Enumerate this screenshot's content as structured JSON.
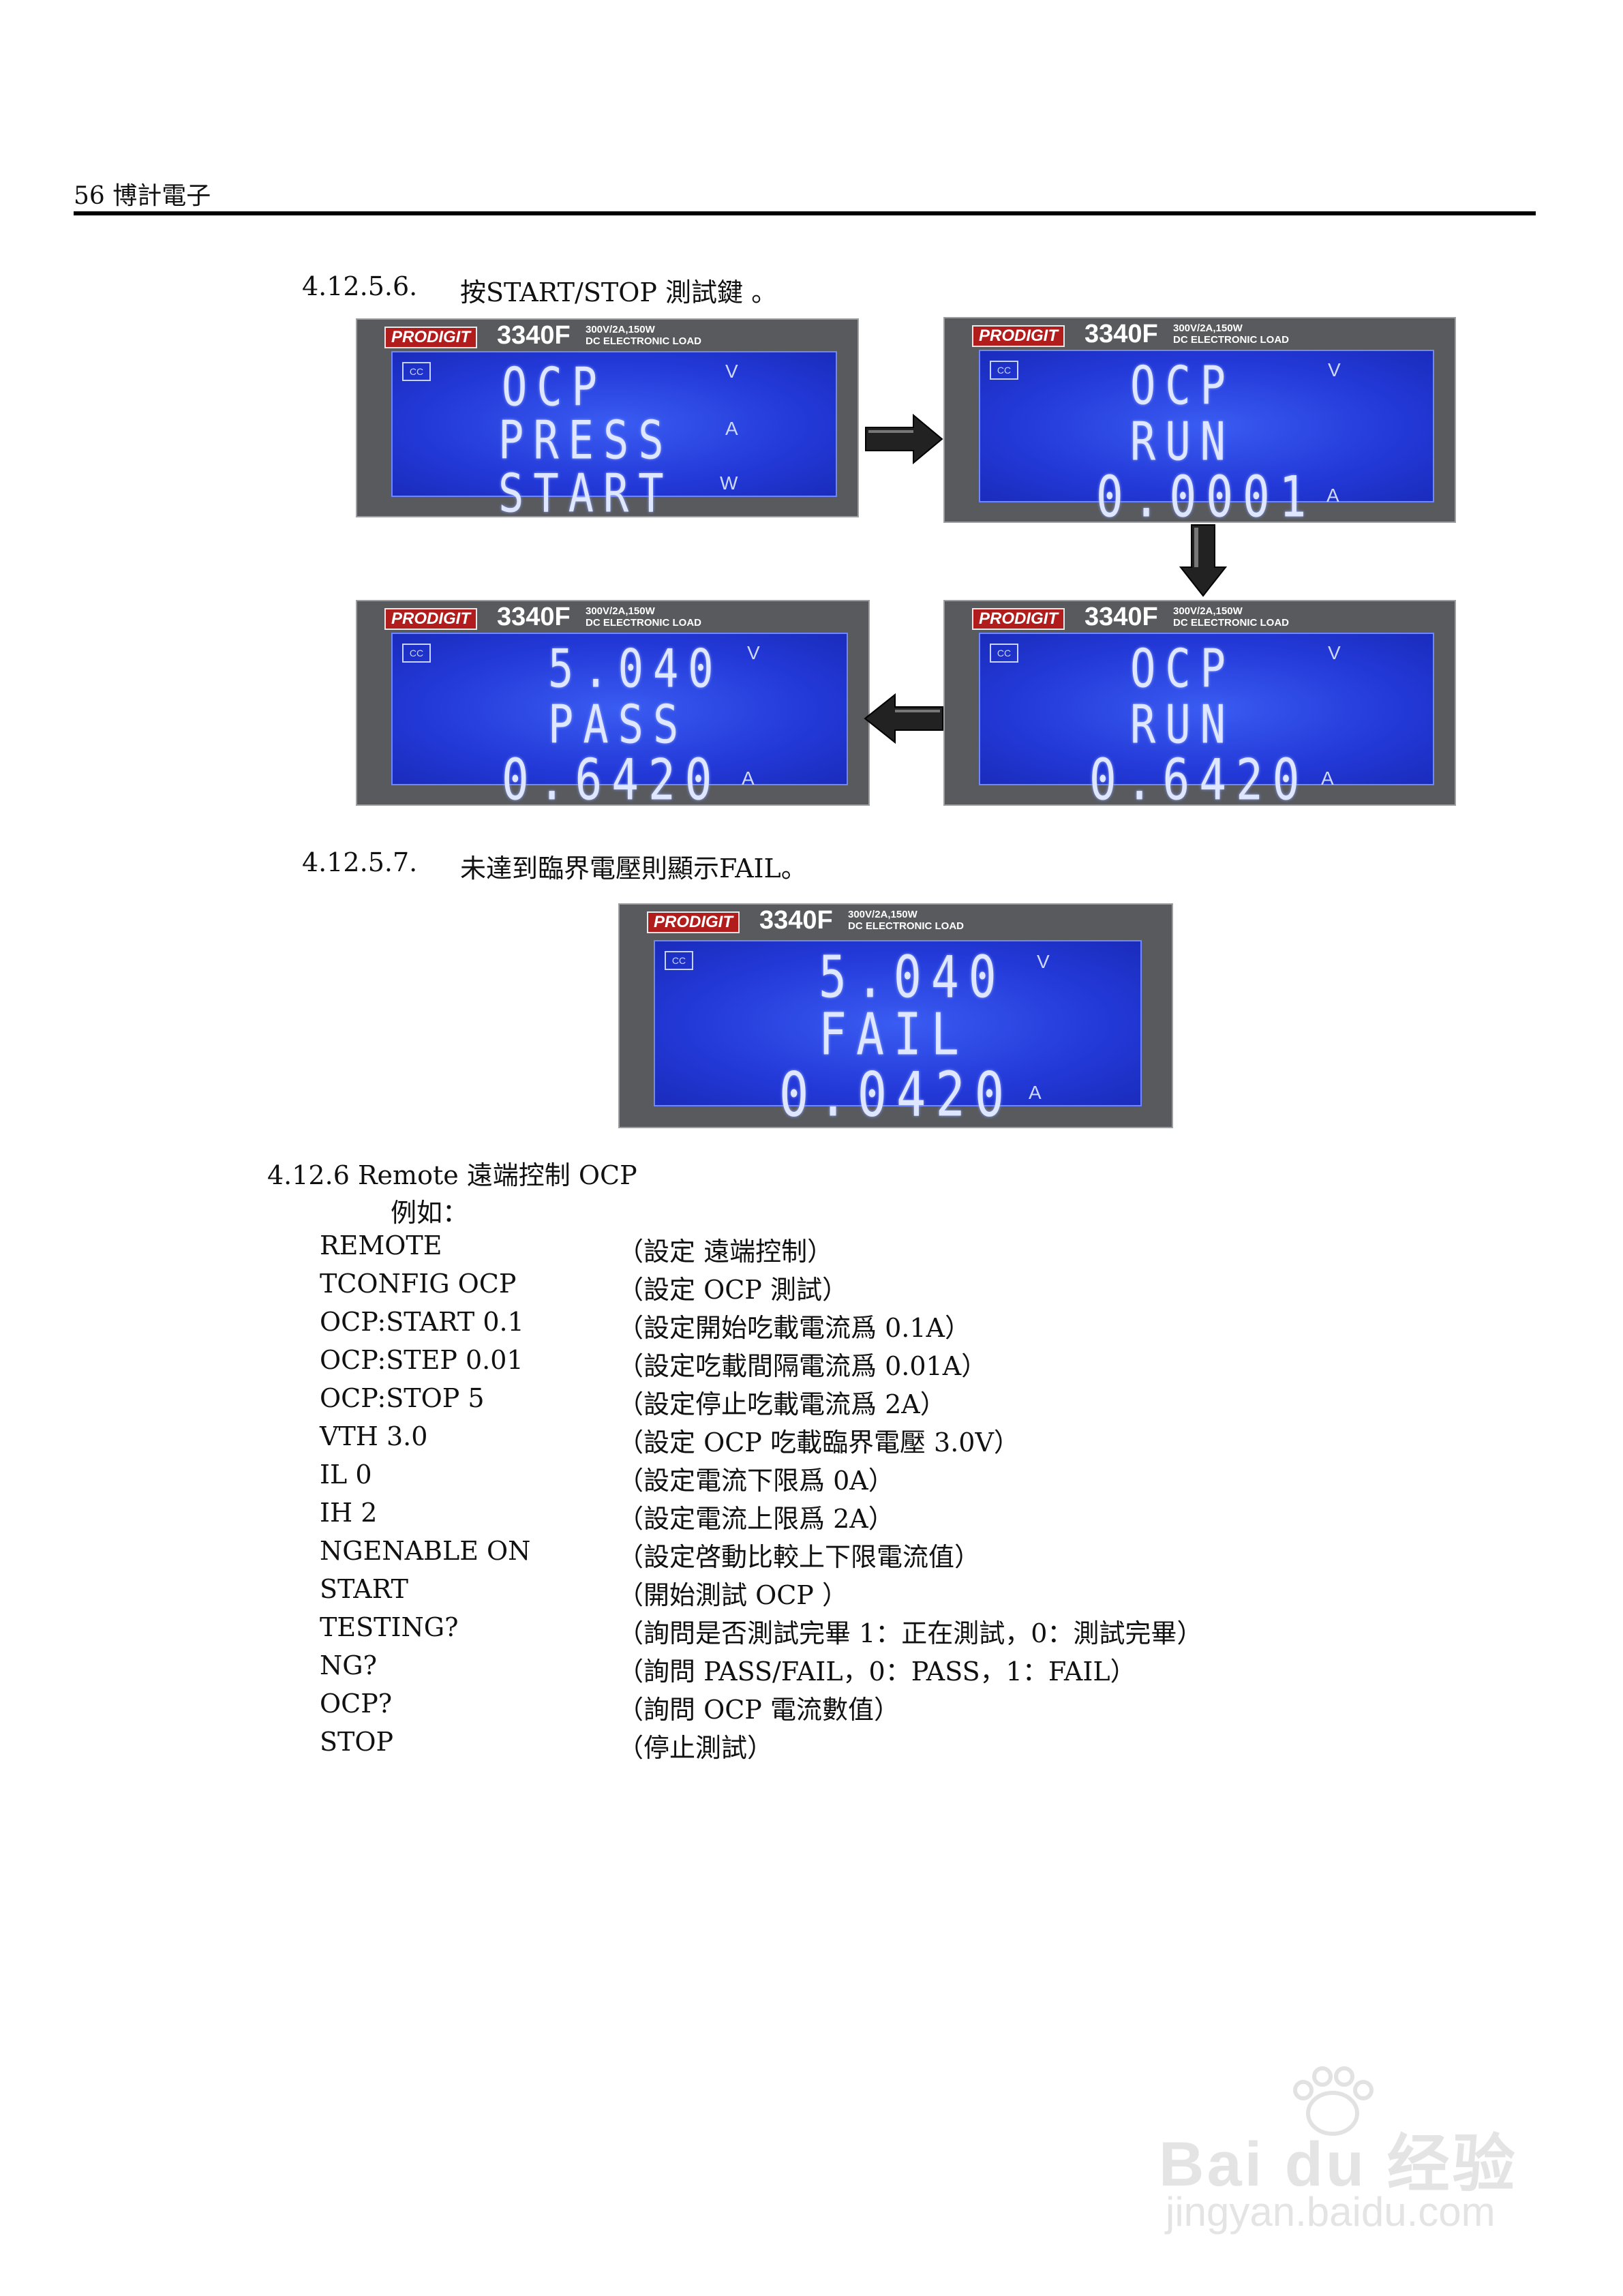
{
  "header": {
    "text": "56 博計電子"
  },
  "section_a": {
    "label": "4.12.5.6.",
    "text": "按START/STOP 測試鍵 。"
  },
  "section_b": {
    "label": "4.12.5.7.",
    "text": "未達到臨界電壓則顯示FAIL。"
  },
  "device": {
    "brand": "PRODIGIT",
    "model": "3340F",
    "spec1": "300V/2A,150W",
    "spec2": "DC ELECTRONIC LOAD",
    "mode": "CC"
  },
  "panels": [
    {
      "l1": "OCP",
      "l2": "PRESS",
      "l3": "START",
      "u1": "V",
      "u2": "A",
      "u3": "W"
    },
    {
      "l1": "OCP",
      "l2": "RUN",
      "l3": "0.0001",
      "u1": "V",
      "u3": "A"
    },
    {
      "l1": "OCP",
      "l2": "RUN",
      "l3": "0.6420",
      "u1": "V",
      "u3": "A"
    },
    {
      "l1": "5.040",
      "l2": "PASS",
      "l3": "0.6420",
      "u1": "V",
      "u3": "A"
    },
    {
      "l1": "5.040",
      "l2": "FAIL",
      "l3": "0.0420",
      "u1": "V",
      "u3": "A"
    }
  ],
  "remote": {
    "heading": "4.12.6 Remote 遠端控制 OCP",
    "example_label": "例如：",
    "rows": [
      {
        "cmd": "REMOTE",
        "desc": "（設定 遠端控制）"
      },
      {
        "cmd": "TCONFIG OCP",
        "desc": "（設定 OCP 測試）"
      },
      {
        "cmd": "OCP:START 0.1",
        "desc": "（設定開始吃載電流爲 0.1A）"
      },
      {
        "cmd": "OCP:STEP 0.01",
        "desc": "（設定吃載間隔電流爲 0.01A）"
      },
      {
        "cmd": "OCP:STOP 5",
        "desc": "（設定停止吃載電流爲 2A）"
      },
      {
        "cmd": "VTH 3.0",
        "desc": "（設定 OCP 吃載臨界電壓 3.0V）"
      },
      {
        "cmd": "IL 0",
        "desc": "（設定電流下限爲 0A）"
      },
      {
        "cmd": "IH 2",
        "desc": "（設定電流上限爲 2A）"
      },
      {
        "cmd": "NGENABLE ON",
        "desc": "（設定啓動比較上下限電流值）"
      },
      {
        "cmd": "START",
        "desc": "（開始測試 OCP ）"
      },
      {
        "cmd": "TESTING?",
        "desc": "（詢問是否測試完畢 1：正在測試，0：測試完畢）"
      },
      {
        "cmd": "NG?",
        "desc": "（詢問 PASS/FAIL，0：PASS，1：FAIL）"
      },
      {
        "cmd": "OCP?",
        "desc": "（詢問 OCP 電流數值）"
      },
      {
        "cmd": "STOP",
        "desc": "（停止測試）"
      }
    ]
  },
  "watermark": {
    "logo": "Bai du 经验",
    "url": "jingyan.baidu.com"
  }
}
